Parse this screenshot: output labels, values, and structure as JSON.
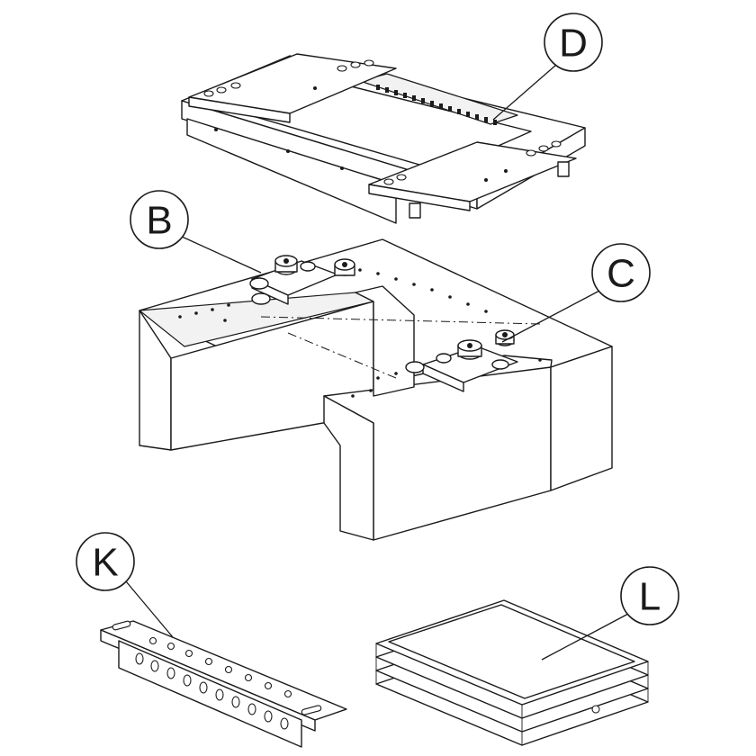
{
  "callouts": {
    "d": {
      "letter": "D"
    },
    "b": {
      "letter": "B"
    },
    "c": {
      "letter": "C"
    },
    "k": {
      "letter": "K"
    },
    "l": {
      "letter": "L"
    }
  }
}
